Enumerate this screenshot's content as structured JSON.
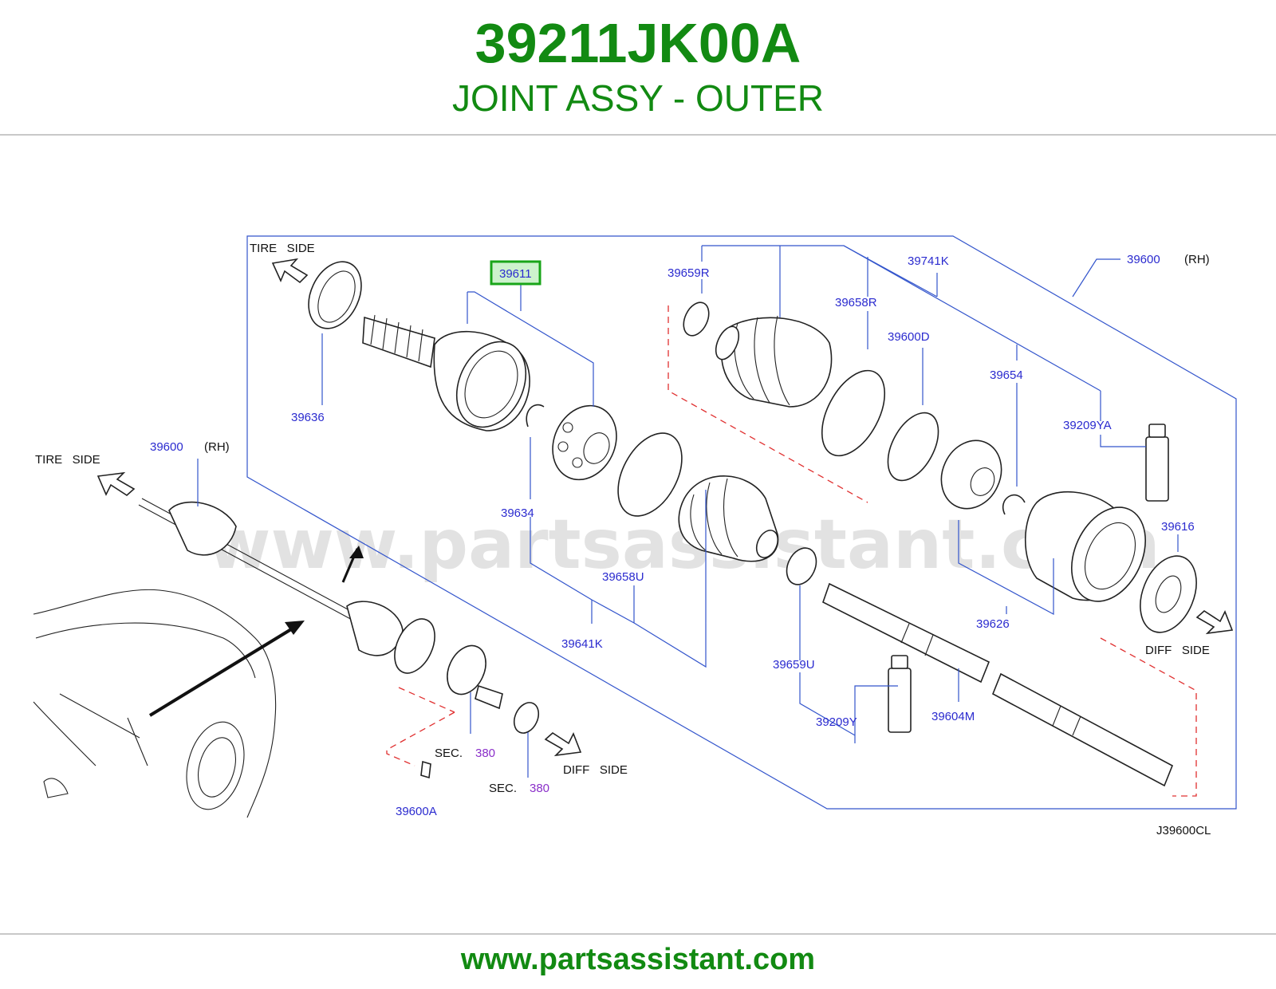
{
  "header": {
    "part_number": "39211JK00A",
    "part_name": "JOINT ASSY - OUTER"
  },
  "footer": {
    "url": "www.partsassistant.com"
  },
  "diagram": {
    "watermark": "www.partsassistant.com",
    "highlight_color": "#19a519",
    "text_color": "#128a12",
    "labels": {
      "tire_side_top": "TIRE   SIDE",
      "tire_side_left": "TIRE   SIDE",
      "diff_side_right": "DIFF   SIDE",
      "diff_side_bottom": "DIFF   SIDE",
      "rh_top": "(RH)",
      "rh_left": "(RH)",
      "sec_1": "SEC.",
      "sec_2": "SEC.",
      "sec_num_1": "380",
      "sec_num_2": "380",
      "figure_code": "J39600CL"
    },
    "parts": {
      "p39611": "39611",
      "p39636": "39636",
      "p39634": "39634",
      "p39658U": "39658U",
      "p39641K": "39641K",
      "p39659U": "39659U",
      "p39209Y": "39209Y",
      "p39604M": "39604M",
      "p39626": "39626",
      "p39616": "39616",
      "p39654": "39654",
      "p39209YA": "39209YA",
      "p39600D": "39600D",
      "p39658R": "39658R",
      "p39659R": "39659R",
      "p39741K": "39741K",
      "p39600_top": "39600",
      "p39600_left": "39600",
      "p39600A": "39600A"
    }
  }
}
